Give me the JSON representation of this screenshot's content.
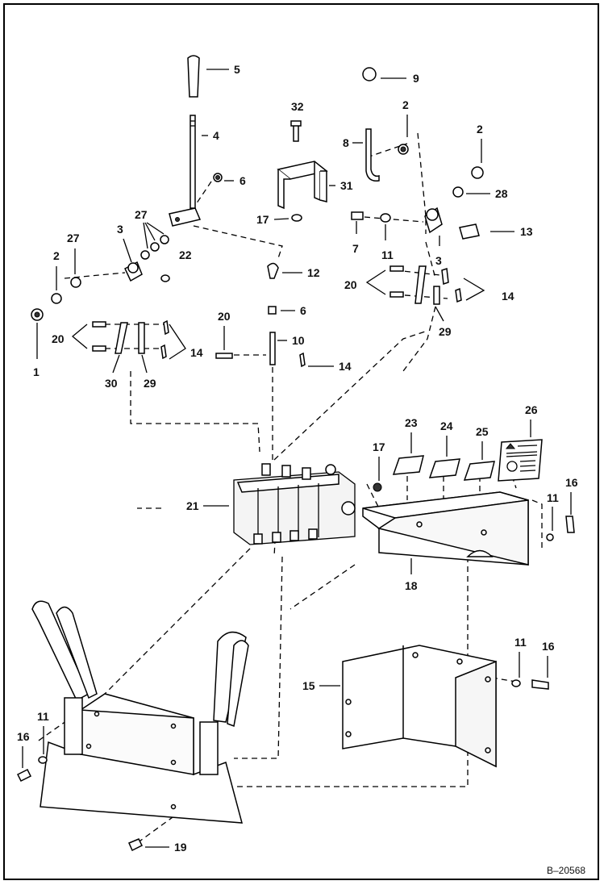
{
  "diagram": {
    "reference": "B–20568",
    "callouts": [
      "1",
      "2",
      "2",
      "2",
      "3",
      "3",
      "4",
      "5",
      "6",
      "6",
      "7",
      "8",
      "9",
      "10",
      "11",
      "11",
      "11",
      "11",
      "12",
      "13",
      "14",
      "14",
      "14",
      "15",
      "16",
      "16",
      "16",
      "17",
      "17",
      "18",
      "19",
      "20",
      "20",
      "20",
      "21",
      "22",
      "23",
      "24",
      "25",
      "26",
      "27",
      "27",
      "28",
      "29",
      "29",
      "30",
      "31",
      "32"
    ],
    "colors": {
      "ink": "#000000",
      "paper": "#ffffff"
    }
  }
}
